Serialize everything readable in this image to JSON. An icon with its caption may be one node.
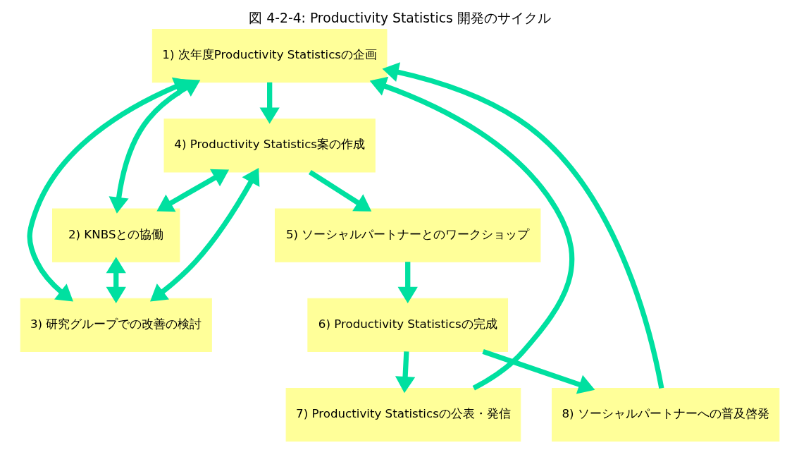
{
  "diagram": {
    "title": "図 4-2-4: Productivity Statistics 開発のサイクル",
    "nodes": [
      {
        "text": [
          "1) 次年度Productivity Statisticsの企画"
        ]
      },
      {
        "text": [
          "2) KNBSとの協働"
        ]
      },
      {
        "text": [
          "3) 研究グループでの改善の検討"
        ]
      },
      {
        "text": [
          "4) Productivity Statistics案の作成"
        ]
      },
      {
        "text": [
          "5) ソーシャルパートナーとのワークショップ"
        ]
      },
      {
        "text": [
          "6) Productivity Statisticsの完成"
        ]
      },
      {
        "text": [
          "7) Productivity Statisticsの公表・発信"
        ]
      },
      {
        "text": [
          "8) ソーシャルパートナーへの普及啓発"
        ]
      }
    ],
    "edges": [
      {
        "from": 0,
        "to": 3,
        "arrow": "to"
      },
      {
        "from": 3,
        "to": 4,
        "arrow": "to"
      },
      {
        "from": 4,
        "to": 5,
        "arrow": "to"
      },
      {
        "from": 5,
        "to": 6,
        "arrow": "to"
      },
      {
        "from": 5,
        "to": 7,
        "arrow": "to"
      },
      {
        "from": 6,
        "to": 0,
        "arrow": "to"
      },
      {
        "from": 7,
        "to": 0,
        "arrow": "to"
      },
      {
        "from": 3,
        "to": 1,
        "arrow": "both"
      },
      {
        "from": 3,
        "to": 2,
        "arrow": "both"
      },
      {
        "from": 1,
        "to": 2,
        "arrow": "both"
      },
      {
        "from": 1,
        "to": 0,
        "arrow": "both"
      },
      {
        "from": 2,
        "to": 0,
        "arrow": "both"
      }
    ]
  }
}
